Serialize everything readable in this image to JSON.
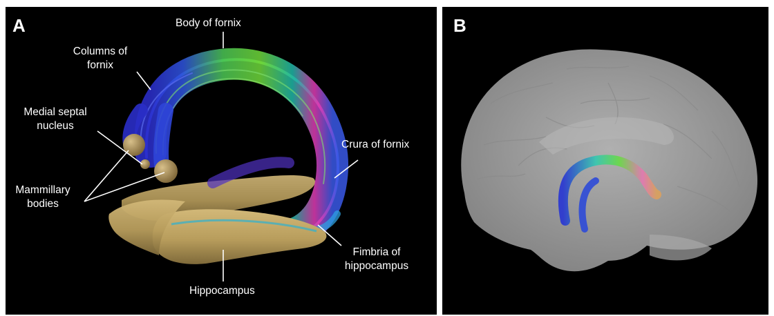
{
  "panel_a": {
    "letter": "A",
    "labels": {
      "body_of_fornix": "Body of fornix",
      "columns_line1": "Columns of",
      "columns_line2": "fornix",
      "septal_line1": "Medial septal",
      "septal_line2": "nucleus",
      "mammillary_line1": "Mammillary",
      "mammillary_line2": "bodies",
      "crura": "Crura of fornix",
      "fimbria_line1": "Fimbria of",
      "fimbria_line2": "hippocampus",
      "hippocampus": "Hippocampus"
    }
  },
  "panel_b": {
    "letter": "B"
  },
  "colors": {
    "background": "#000000",
    "hippocampus": "#b89d5c",
    "nucleus": "#9c8150",
    "tract_blue": "#2f3ad0",
    "tract_green": "#5ad13a",
    "tract_magenta": "#e03bb3",
    "brain": "#c8c8c8"
  }
}
